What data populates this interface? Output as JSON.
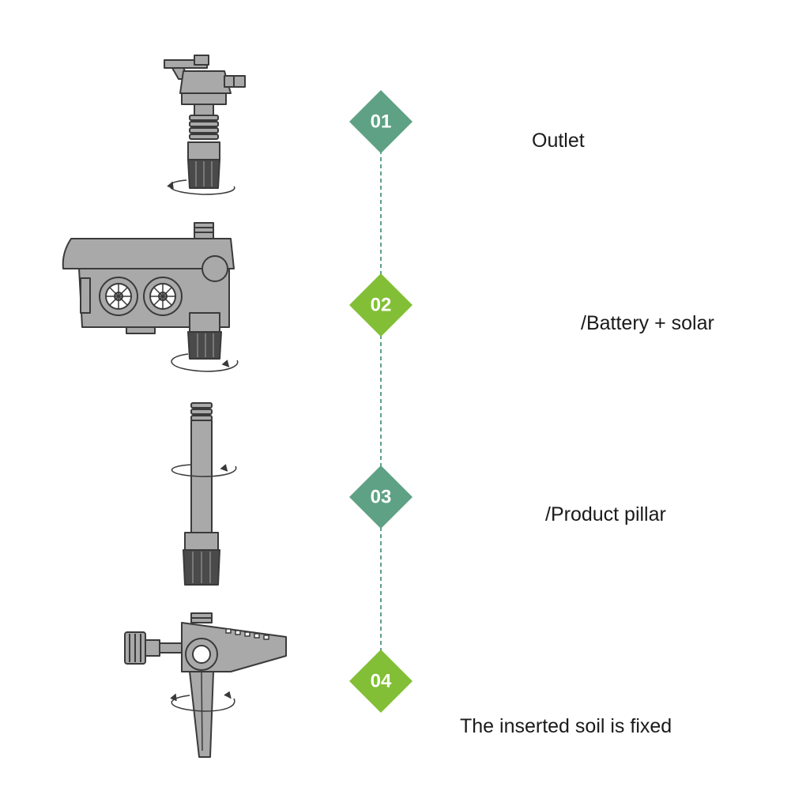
{
  "steps": [
    {
      "number": "01",
      "label": "Outlet",
      "badge_color": "#5fa185",
      "part": "sprinkler-head"
    },
    {
      "number": "02",
      "label": "/Battery + solar",
      "badge_color": "#82bf36",
      "part": "timer-controller"
    },
    {
      "number": "03",
      "label": "/Product pillar",
      "badge_color": "#5fa185",
      "part": "extension-pillar"
    },
    {
      "number": "04",
      "label": "The inserted soil is fixed",
      "badge_color": "#82bf36",
      "part": "ground-spike"
    }
  ],
  "colors": {
    "part_fill": "#a9a9a9",
    "part_dark": "#4a4a4a",
    "part_stroke": "#3a3a3a",
    "connector_line": "#5fa185"
  }
}
